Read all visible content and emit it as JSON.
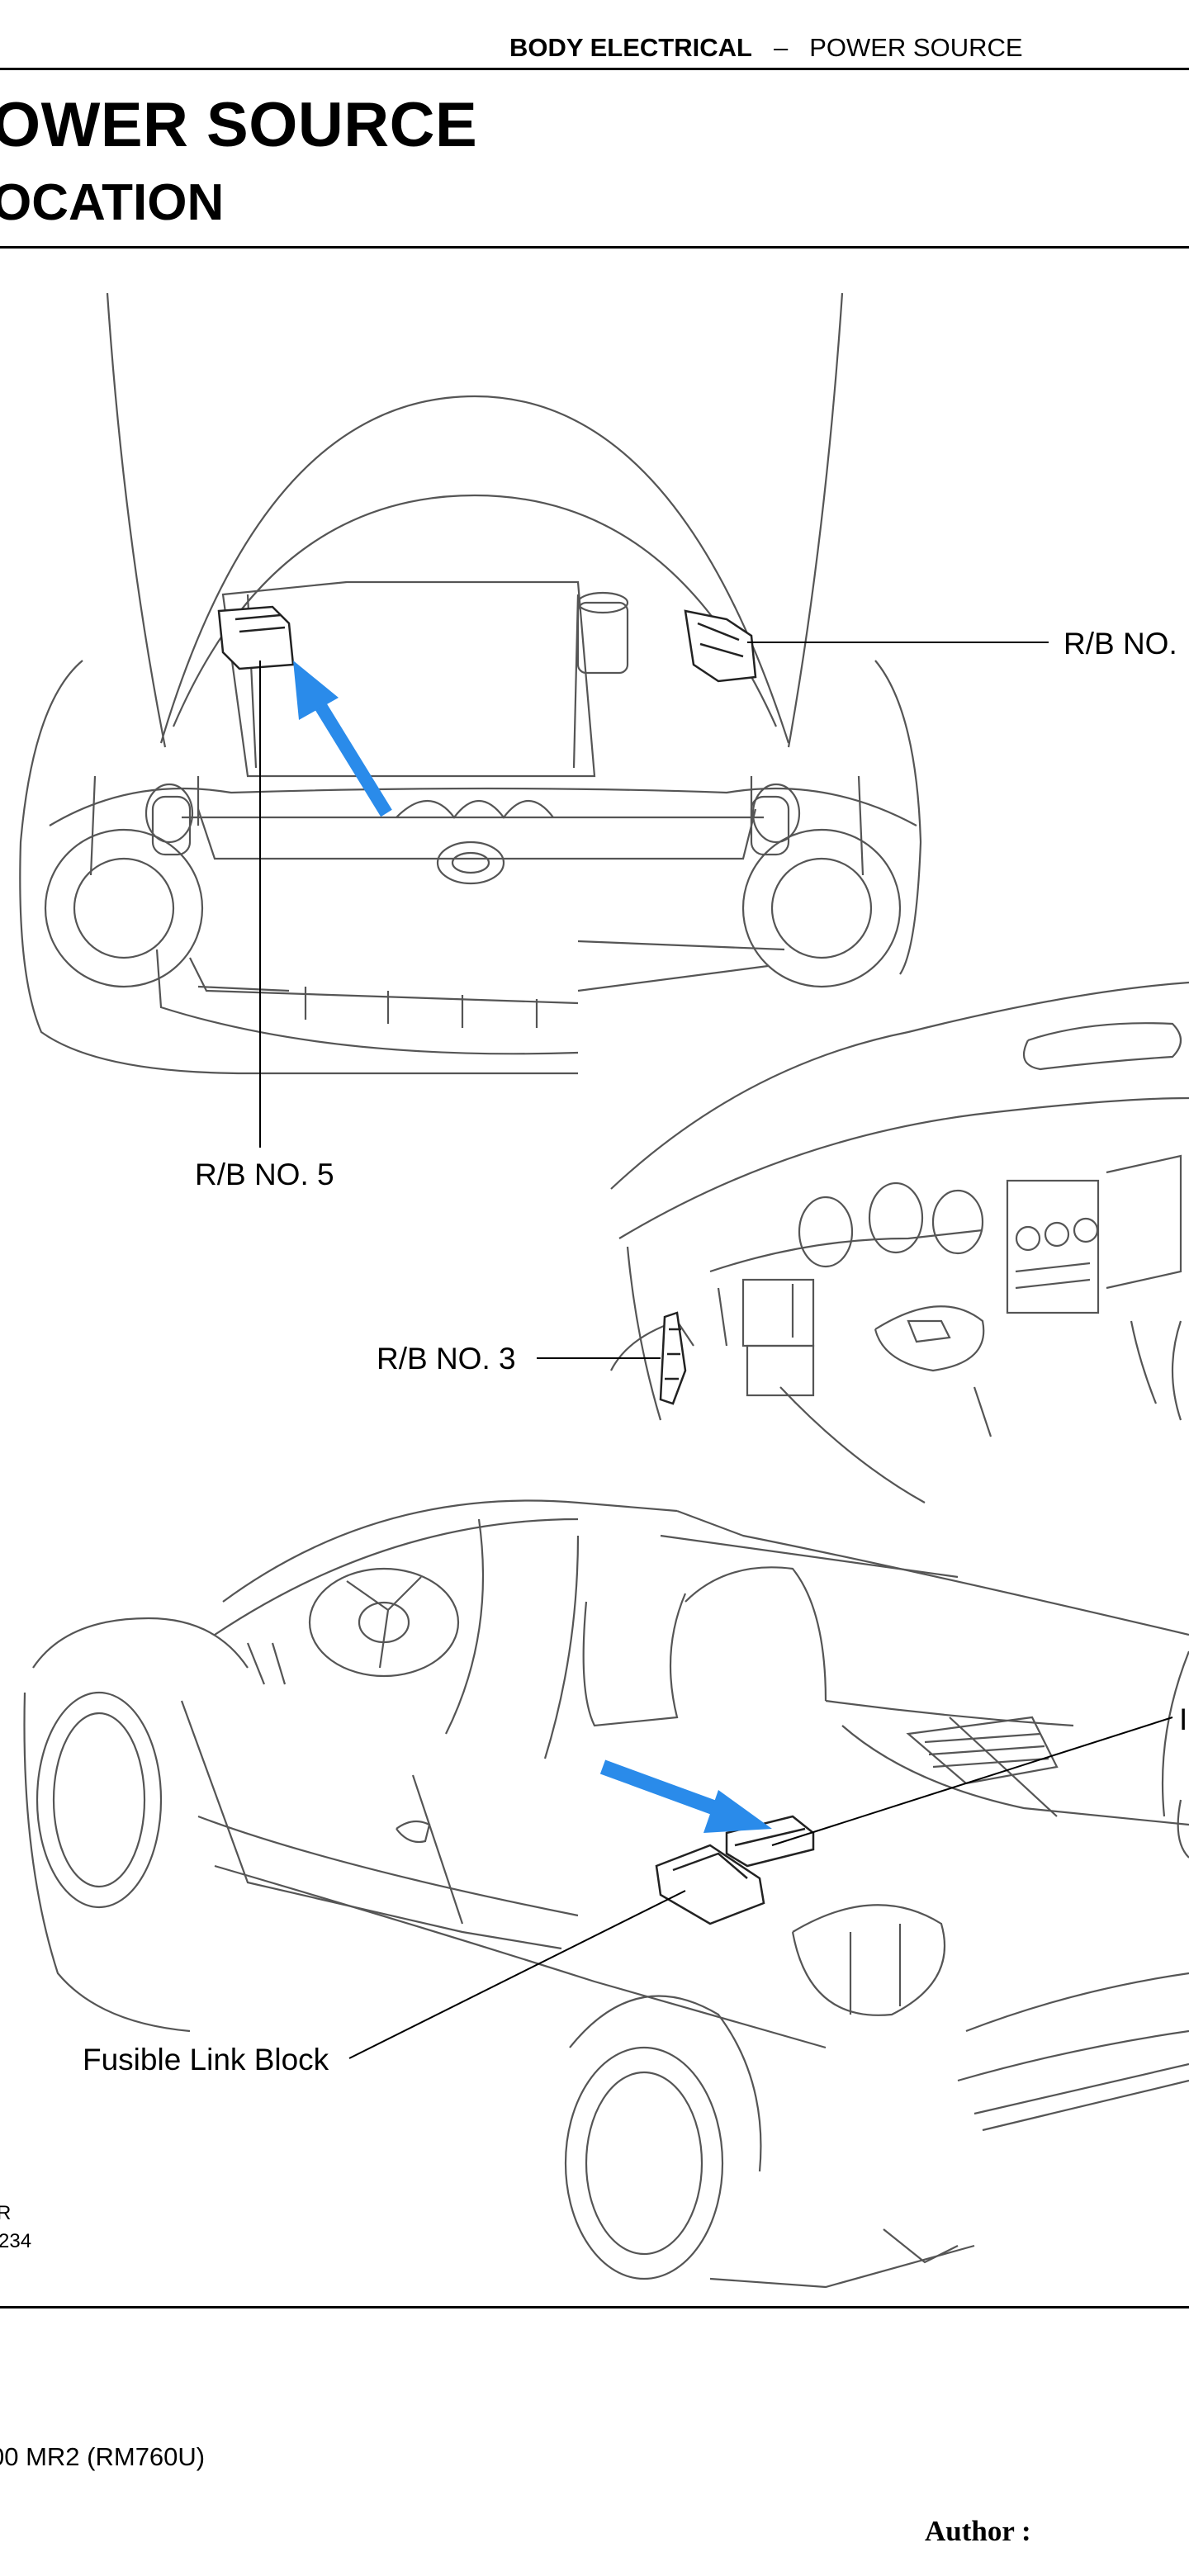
{
  "header": {
    "section": "BODY ELECTRICAL",
    "separator": "–",
    "subsection": "POWER SOURCE"
  },
  "title": {
    "main": "OWER SOURCE",
    "sub": "OCATION"
  },
  "figure": {
    "labels": {
      "rb_no_top": "R/B NO.",
      "rb_no5": "R/B NO. 5",
      "rb_no3": "R/B NO. 3",
      "fusible": "Fusible Link Block",
      "right_edge": "I"
    },
    "code_fragments": [
      "R",
      "234"
    ],
    "arrow_color": "#2a8bea",
    "line_color": "#555555"
  },
  "footer": {
    "model": "00 MR2   (RM760U)",
    "author": "Author :"
  }
}
